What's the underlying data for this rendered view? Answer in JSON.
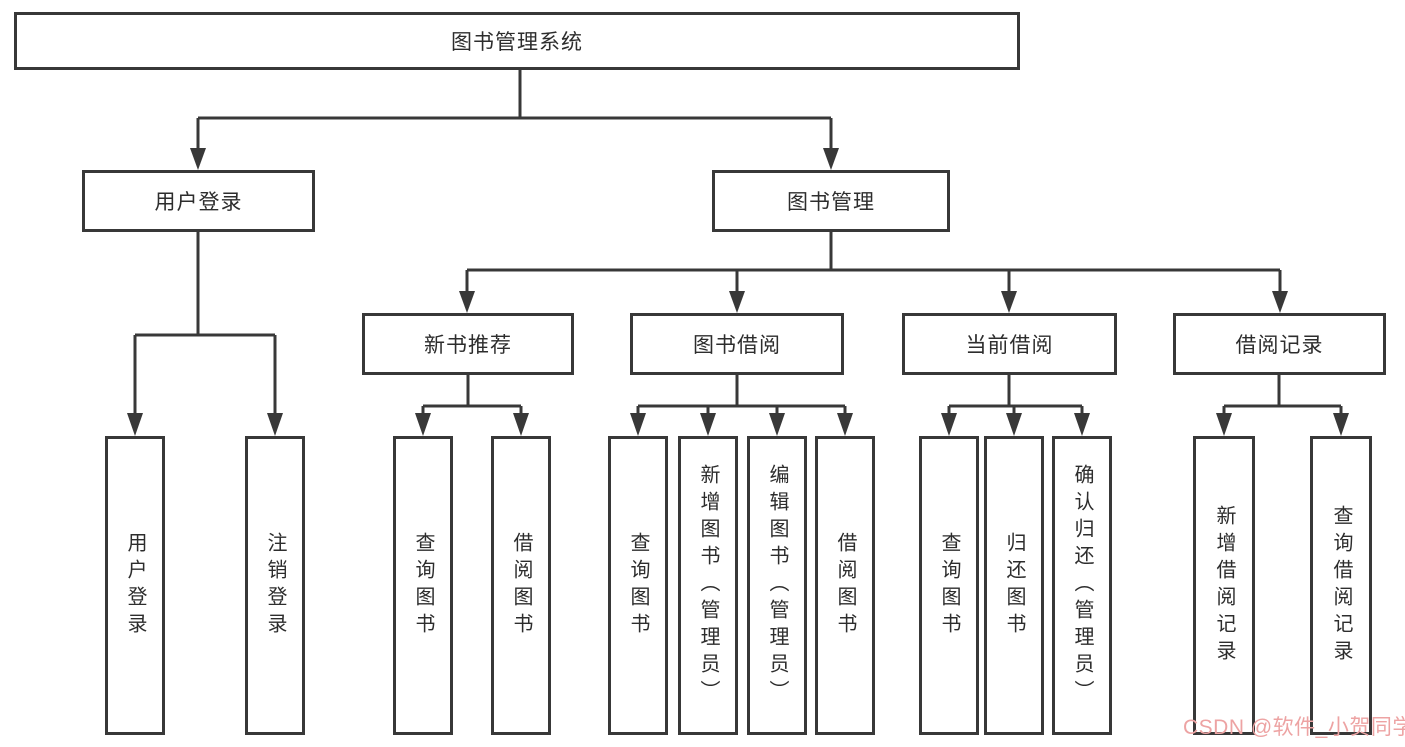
{
  "diagram": {
    "root": {
      "label": "图书管理系统"
    },
    "branches": [
      {
        "label": "用户登录",
        "children": [
          {
            "label": "用户登录"
          },
          {
            "label": "注销登录"
          }
        ]
      },
      {
        "label": "图书管理",
        "children": [
          {
            "label": "新书推荐",
            "children": [
              {
                "label": "查询图书"
              },
              {
                "label": "借阅图书"
              }
            ]
          },
          {
            "label": "图书借阅",
            "children": [
              {
                "label": "查询图书"
              },
              {
                "label": "新增图书（管理员）"
              },
              {
                "label": "编辑图书（管理员）"
              },
              {
                "label": "借阅图书"
              }
            ]
          },
          {
            "label": "当前借阅",
            "children": [
              {
                "label": "查询图书"
              },
              {
                "label": "归还图书"
              },
              {
                "label": "确认归还（管理员）"
              }
            ]
          },
          {
            "label": "借阅记录",
            "children": [
              {
                "label": "新增借阅记录"
              },
              {
                "label": "查询借阅记录"
              }
            ]
          }
        ]
      }
    ],
    "line_color": "#383838"
  },
  "watermark": {
    "text": "CSDN @软件_小贺同学",
    "color": "#eda3a3"
  }
}
